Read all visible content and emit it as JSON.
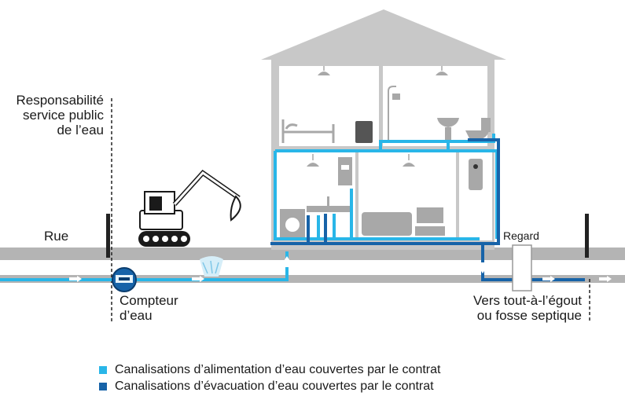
{
  "labels": {
    "responsibility": [
      "Responsabilité",
      "service public",
      "de l’eau"
    ],
    "street": "Rue",
    "meter": [
      "Compteur",
      "d’eau"
    ],
    "manhole": "Regard",
    "destination": [
      "Vers tout-à-l’égout",
      "ou fosse septique"
    ]
  },
  "legend": [
    {
      "color": "#29b6e8",
      "label": "Canalisations d’alimentation d’eau couvertes par le contrat"
    },
    {
      "color": "#1763a8",
      "label": "Canalisations d’évacuation d’eau couvertes par le contrat"
    }
  ],
  "colors": {
    "supply_pipe": "#29b6e8",
    "drain_pipe": "#1763a8",
    "house_wall": "#c8c8c8",
    "ground": "#b4b4b4",
    "boundary_post": "#222222"
  },
  "icons": [
    "excavator-icon",
    "water-meter-icon",
    "bed-icon",
    "radiator-icon",
    "shower-icon",
    "sink-icon",
    "toilet-icon",
    "boiler-icon",
    "water-heater-icon",
    "washing-machine-icon",
    "kitchen-sink-icon",
    "sofa-icon",
    "tv-icon",
    "lamp-icon",
    "valve-icon"
  ]
}
